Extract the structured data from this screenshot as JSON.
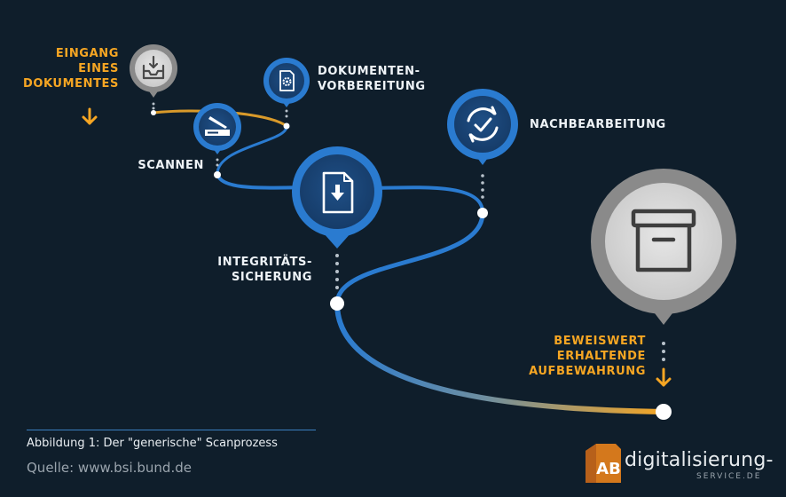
{
  "steps": {
    "eingang": [
      "EINGANG",
      "EINES",
      "DOKUMENTES"
    ],
    "scannen": [
      "SCANNEN"
    ],
    "vorbereitung": [
      "DOKUMENTEN-",
      "VORBEREITUNG"
    ],
    "integritaet": [
      "INTEGRITÄTS-",
      "SICHERUNG"
    ],
    "nachbearbeitung": [
      "NACHBEARBEITUNG"
    ],
    "aufbewahrung": [
      "BEWEISWERT",
      "ERHALTENDE",
      "AUFBEWAHRUNG"
    ]
  },
  "icons": {
    "eingang": "inbox-icon",
    "scannen": "scanner-icon",
    "vorbereitung": "document-settings-icon",
    "integritaet": "document-download-icon",
    "nachbearbeitung": "refresh-check-icon",
    "aufbewahrung": "archive-box-icon"
  },
  "caption": "Abbildung 1: Der \"generische\" Scanprozess",
  "source": "Quelle: www.bsi.bund.de",
  "logo": {
    "badge": "AB",
    "word": "digitalisierung-",
    "sub": "SERVICE.DE"
  },
  "colors": {
    "background": "#0f1e2b",
    "blue": "#2a7bd0",
    "orange": "#f6a623",
    "gray": "#9a9a9a",
    "text": "#eef3f7"
  }
}
